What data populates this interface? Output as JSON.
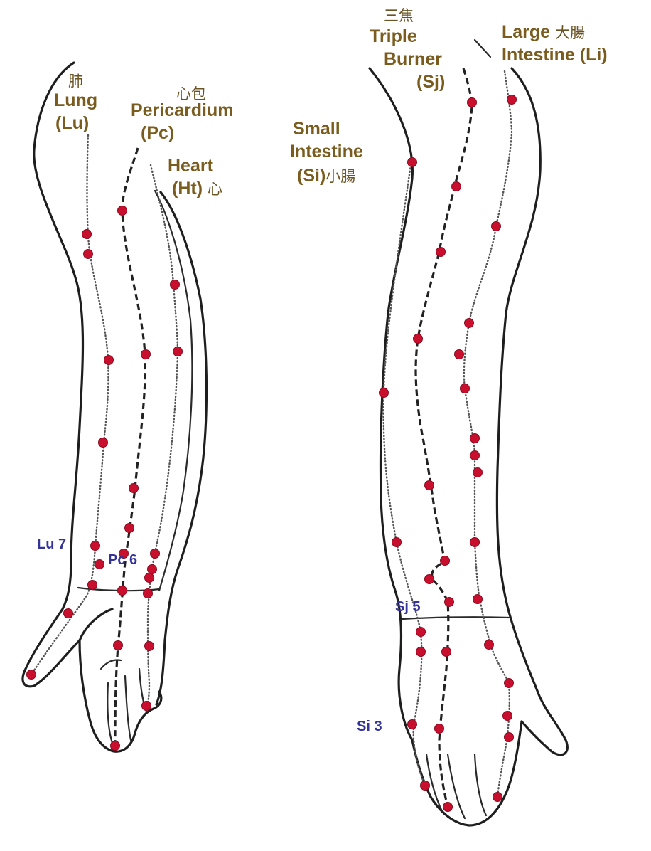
{
  "labels": {
    "lung_cn": "肺",
    "lung_en": "Lung",
    "lung_abbr": "(Lu)",
    "pericardium_cn": "心包",
    "pericardium_en": "Pericardium",
    "pericardium_abbr": "(Pc)",
    "heart_en": "Heart",
    "heart_abbr": "(Ht)",
    "heart_cn": "心",
    "triple_burner_cn": "三焦",
    "triple_burner_en1": "Triple",
    "triple_burner_en2": "Burner",
    "triple_burner_abbr": "(Sj)",
    "large_intestine_en1": "Large",
    "large_intestine_cn": "大腸",
    "large_intestine_en2": "Intestine (Li)",
    "small_intestine_en1": "Small",
    "small_intestine_en2": "Intestine",
    "small_intestine_abbr": "(Si)",
    "small_intestine_cn": "小腸"
  },
  "points": {
    "lu7": "Lu 7",
    "pc6": "Pc 6",
    "sj5": "Sj 5",
    "si3": "Si 3"
  },
  "colors": {
    "label": "#7a5d1e",
    "point_label": "#33339a",
    "acupoint": "#c8102e"
  }
}
